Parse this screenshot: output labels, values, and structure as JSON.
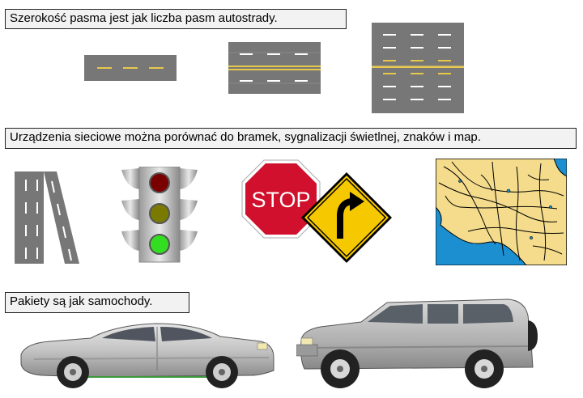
{
  "captions": {
    "bandwidth": "Szerokość pasma jest jak liczba pasm autostrady.",
    "devices": "Urządzenia sieciowe można porównać do bramek, sygnalizacji świetlnej, znaków i map.",
    "packets": "Pakiety są jak samochody."
  },
  "stop_sign": {
    "text": "STOP"
  },
  "colors": {
    "road": "#777777",
    "lane_dash": "#ffffff",
    "center_line": "#e8c84a",
    "stop_red": "#d0102c",
    "warning_yellow": "#f5c800",
    "map_land": "#f4dc8c",
    "map_water": "#1b8fd0",
    "light_red": "#7a0000",
    "light_yellow": "#7a7a00",
    "light_green": "#33dd22"
  },
  "icons": [
    "highway-2-lane",
    "highway-4-lane",
    "highway-8-lane",
    "gate-roads-icon",
    "traffic-light-icon",
    "stop-sign-icon",
    "curve-ahead-sign-icon",
    "road-map-icon",
    "sedan-car-icon",
    "suv-car-icon"
  ]
}
